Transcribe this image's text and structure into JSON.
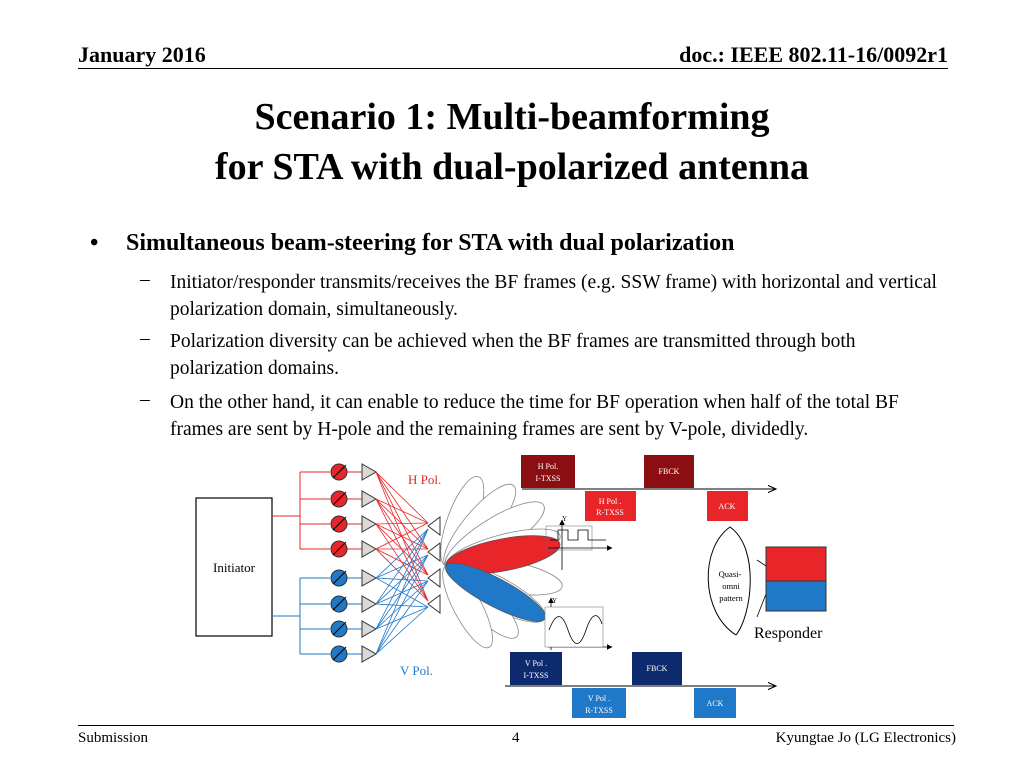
{
  "header": {
    "date": "January 2016",
    "doc": "doc.: IEEE 802.11-16/0092r1"
  },
  "title": {
    "line1": "Scenario 1: Multi-beamforming",
    "line2": "for STA with dual-polarized antenna"
  },
  "bullet": {
    "symbol": "•",
    "text": "Simultaneous beam-steering for STA with dual polarization",
    "dash": "–",
    "subitems": [
      "Initiator/responder transmits/receives the BF frames (e.g. SSW frame) with horizontal and vertical polarization domain, simultaneously.",
      "Polarization diversity can be achieved when the BF frames are transmitted through both polarization domains.",
      "On the other hand, it can enable to reduce the time for BF operation when half of the total BF frames are sent by H-pole and the remaining frames are sent by V-pole, dividedly."
    ]
  },
  "figure": {
    "initiator": "Initiator",
    "h_pol": "H Pol.",
    "v_pol": "V Pol.",
    "responder": "Responder",
    "quasi_omni": [
      "Quasi-",
      "omni",
      "pattern"
    ],
    "axis_y": "Y",
    "h_frames": {
      "i_txss": [
        "H Pol.",
        "I-TXSS"
      ],
      "fbck": "FBCK",
      "r_txss": [
        "H Pol .",
        "R-TXSS"
      ],
      "ack": "ACK"
    },
    "v_frames": {
      "i_txss": [
        "V Pol .",
        "I-TXSS"
      ],
      "fbck": "FBCK",
      "r_txss": [
        "V Pol .",
        "R-TXSS"
      ],
      "ack": "ACK"
    },
    "colors": {
      "h_red": "#e8262a",
      "v_blue": "#1f78c8",
      "dark_red": "#8b0f12",
      "navy": "#0e2a6e"
    }
  },
  "footer": {
    "left": "Submission",
    "page": "4",
    "right": "Kyungtae Jo (LG Electronics)"
  }
}
